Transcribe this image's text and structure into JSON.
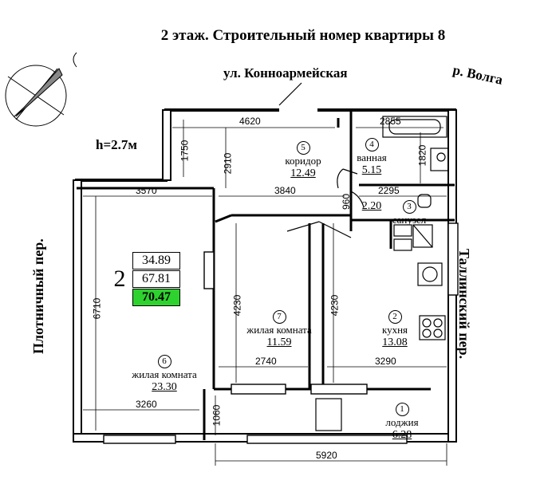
{
  "title": "2 этаж. Строительный номер квартиры 8",
  "streets": {
    "top": "ул. Конноармейская",
    "top_right": "р. Волга",
    "left": "Плотничный пер.",
    "right": "Таллинский пер."
  },
  "ceiling_height": "h=2.7м",
  "legend": {
    "rooms_count": "2",
    "living_area": "34.89",
    "total_area": "67.81",
    "total_with_balcony": "70.47",
    "highlight_color": "#2ed22e"
  },
  "rooms": [
    {
      "num": "5",
      "name": "коридор",
      "area": "12.49"
    },
    {
      "num": "4",
      "name": "ванная",
      "area": "5.15"
    },
    {
      "num": "3",
      "name": "санузел",
      "area": "2.20"
    },
    {
      "num": "7",
      "name": "жилая комната",
      "area": "11.59"
    },
    {
      "num": "2",
      "name": "кухня",
      "area": "13.08"
    },
    {
      "num": "6",
      "name": "жилая комната",
      "area": "23.30"
    },
    {
      "num": "1",
      "name": "лоджия",
      "area": "6.28"
    }
  ],
  "dimensions": {
    "corridor_width": "4620",
    "bath_width": "2855",
    "hall_depth": "1750",
    "corridor_depth": "2910",
    "bath_depth": "1820",
    "room6_width_top": "3570",
    "center_width": "3840",
    "wc_width": "2295",
    "wc_depth": "960",
    "room6_depth": "6710",
    "room7_depth": "4230",
    "kitchen_depth": "4230",
    "room7_width": "2740",
    "kitchen_width": "3290",
    "room6_width_bottom": "3260",
    "loggia_depth": "1060",
    "total_width": "5920"
  }
}
